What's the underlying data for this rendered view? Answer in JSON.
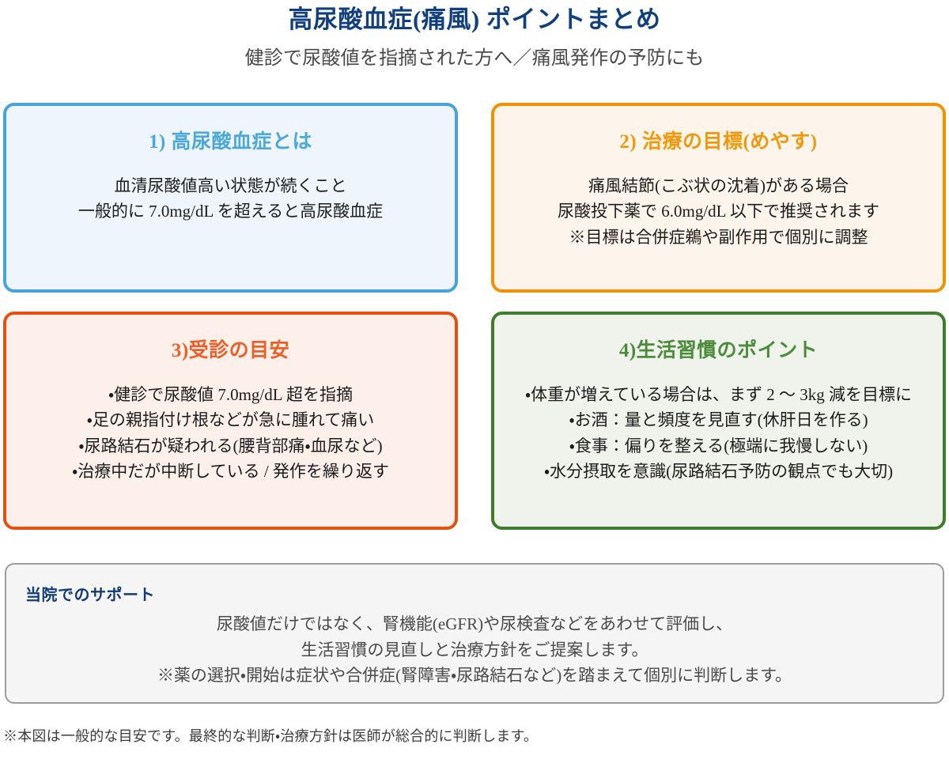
{
  "header": {
    "title": "高尿酸血症(痛風) ポイントまとめ",
    "subtitle": "健診で尿酸値を指摘された方へ／痛風発作の予防にも"
  },
  "colors": {
    "title_navy": "#12407e",
    "subtitle_gray": "#4a4a4a",
    "card1_border": "#47a4da",
    "card1_bg": "#eff5fc",
    "card1_heading": "#4ba8dc",
    "card2_border": "#f29100",
    "card2_bg": "#fdf4eb",
    "card2_heading": "#f0990d",
    "card3_border": "#e6500f",
    "card3_bg": "#fdf0eb",
    "card3_heading": "#ec5f27",
    "card4_border": "#3f7d2c",
    "card4_bg": "#f0f2ec",
    "card4_heading": "#4a8c3a",
    "support_border": "#9c9c9c",
    "support_bg": "#f5f5f5",
    "support_label": "#123a78"
  },
  "cards": [
    {
      "title": "1) 高尿酸血症とは",
      "lines": [
        "血清尿酸値高い状態が続くこと",
        "一般的に 7.0mg/dL を超えると高尿酸血症"
      ]
    },
    {
      "title": "2) 治療の目標(めやす)",
      "lines": [
        "痛風結節(こぶ状の沈着)がある場合",
        "尿酸投下薬で 6.0mg/dL 以下で推奨されます",
        "※目標は合併症鵜や副作用で個別に調整"
      ]
    },
    {
      "title": "3)受診の目安",
      "lines": [
        "・健診で尿酸値 7.0mg/dL 超を指摘",
        "・足の親指付け根などが急に腫れて痛い",
        "・尿路結石が疑われる(腰背部痛・血尿など)",
        "・治療中だが中断している / 発作を繰り返す"
      ]
    },
    {
      "title": "4)生活習慣のポイント",
      "lines": [
        "・体重が増えている場合は、まず 2 〜 3kg 減を目標に",
        "・お酒：量と頻度を見直す(休肝日を作る)",
        "・食事：偏りを整える(極端に我慢しない)",
        "・水分摂取を意識(尿路結石予防の観点でも大切)"
      ]
    }
  ],
  "support": {
    "label": "当院でのサポート",
    "lines": [
      "尿酸値だけではなく、腎機能(eGFR)や尿検査などをあわせて評価し、",
      "生活習慣の見直しと治療方針をご提案します。",
      "※薬の選択・開始は症状や合併症(腎障害・尿路結石など)を踏まえて個別に判断します。"
    ]
  },
  "footnote": "※本図は一般的な目安です。最終的な判断・治療方針は医師が総合的に判断します。"
}
